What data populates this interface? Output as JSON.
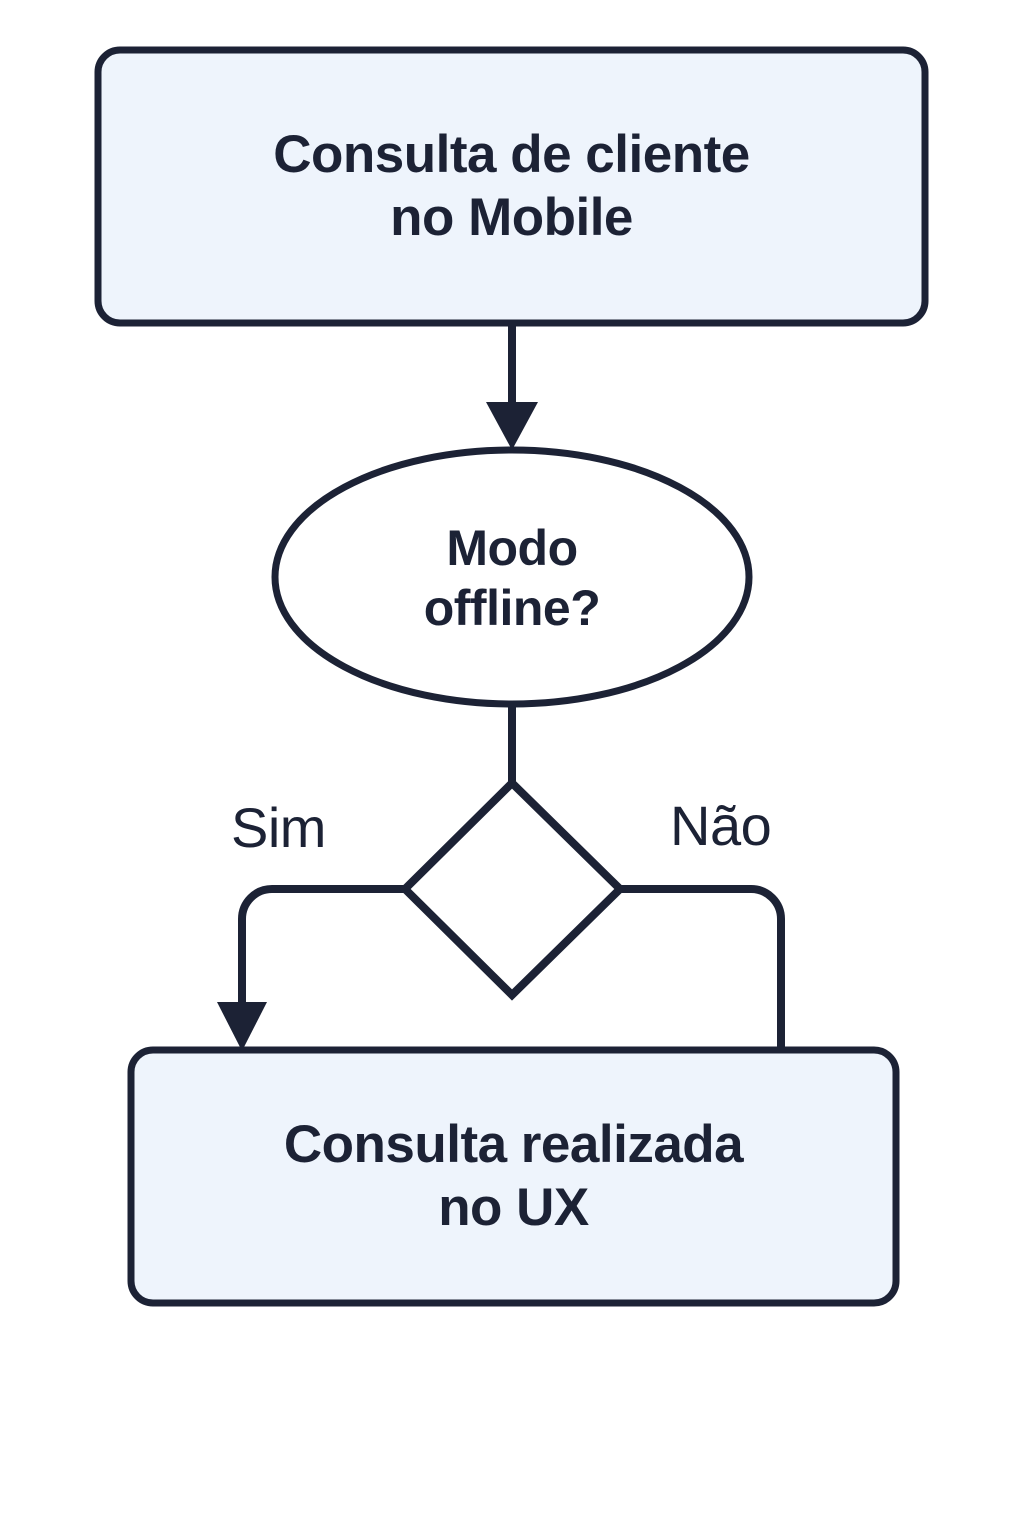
{
  "diagram": {
    "title": "Consulta de cliente no Mobile",
    "background_color": "#ffffff",
    "stroke_color": "#1c2235",
    "node_fill_process": "#eef4fc",
    "node_fill_plain": "#ffffff",
    "text_color": "#1c2235",
    "nodes": [
      {
        "id": "start",
        "shape": "rounded-rectangle",
        "label": "Consulta de cliente\nno Mobile",
        "fill": "#eef4fc"
      },
      {
        "id": "decision-offline",
        "shape": "ellipse",
        "label": "Modo\noffline?",
        "fill": "#ffffff"
      },
      {
        "id": "branch-diamond",
        "shape": "diamond",
        "label": "",
        "fill": "#ffffff"
      },
      {
        "id": "end",
        "shape": "rounded-rectangle",
        "label": "Consulta realizada\nno UX",
        "fill": "#eef4fc"
      }
    ],
    "edges": [
      {
        "id": "start-to-decision",
        "from": "start",
        "to": "decision-offline",
        "label": "",
        "arrowhead": true
      },
      {
        "id": "decision-to-diamond",
        "from": "decision-offline",
        "to": "branch-diamond",
        "label": "",
        "arrowhead": false
      },
      {
        "id": "yes-branch",
        "from": "branch-diamond",
        "to": "end",
        "label": "Sim",
        "arrowhead": true
      },
      {
        "id": "no-branch",
        "from": "branch-diamond",
        "to": "end",
        "label": "Não",
        "arrowhead": false
      }
    ]
  }
}
